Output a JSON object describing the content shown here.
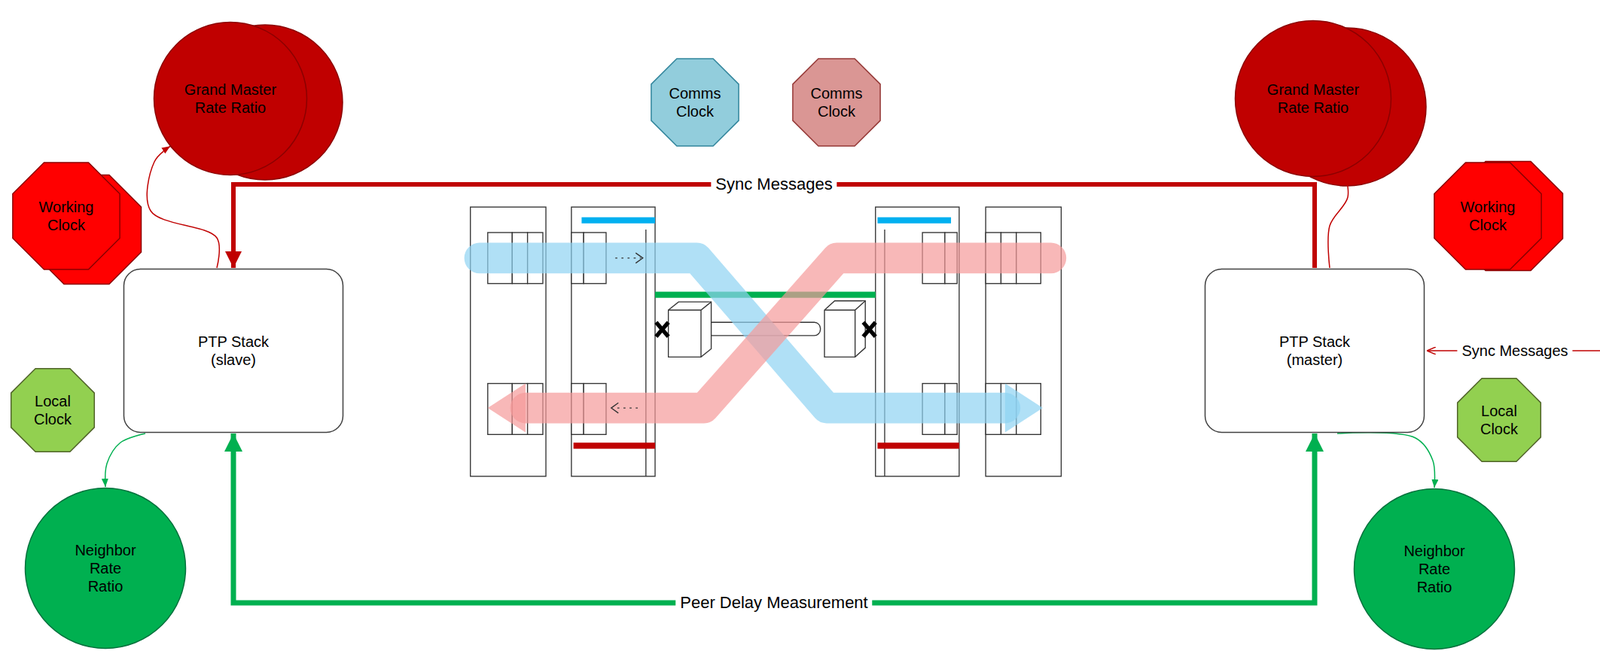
{
  "diagram": {
    "nodes": [
      {
        "text": [
          "Grand Master Rate Ratio"
        ]
      },
      {
        "text": [
          "Comms Clock"
        ]
      },
      {
        "text": [
          "Comms Clock"
        ]
      },
      {
        "text": [
          "Grand Master Rate Ratio"
        ]
      },
      {
        "text": [
          "Working Clock"
        ]
      },
      {
        "text": [
          "Working Clock"
        ]
      },
      {
        "text": [
          "PTP Stack (slave)"
        ]
      },
      {
        "text": [
          "PTP Stack (master)"
        ]
      },
      {
        "text": [
          "Local Clock"
        ]
      },
      {
        "text": [
          "Local Clock"
        ]
      },
      {
        "text": [
          "Neighbor Rate Ratio"
        ]
      },
      {
        "text": [
          "Neighbor Rate Ratio"
        ]
      }
    ],
    "edges": [
      {
        "from": 7,
        "to": 6,
        "arrow": "to",
        "label": "Sync Messages"
      },
      {
        "from": 6,
        "to": 0,
        "arrow": "to"
      },
      {
        "from": 7,
        "to": 3,
        "arrow": "none"
      },
      {
        "from": 6,
        "to": 7,
        "arrow": "both",
        "label": "Peer Delay Measurement"
      },
      {
        "from": 6,
        "to": 10,
        "arrow": "to"
      },
      {
        "from": 7,
        "to": 11,
        "arrow": "to"
      }
    ],
    "labels": [
      "Sync Messages"
    ]
  }
}
